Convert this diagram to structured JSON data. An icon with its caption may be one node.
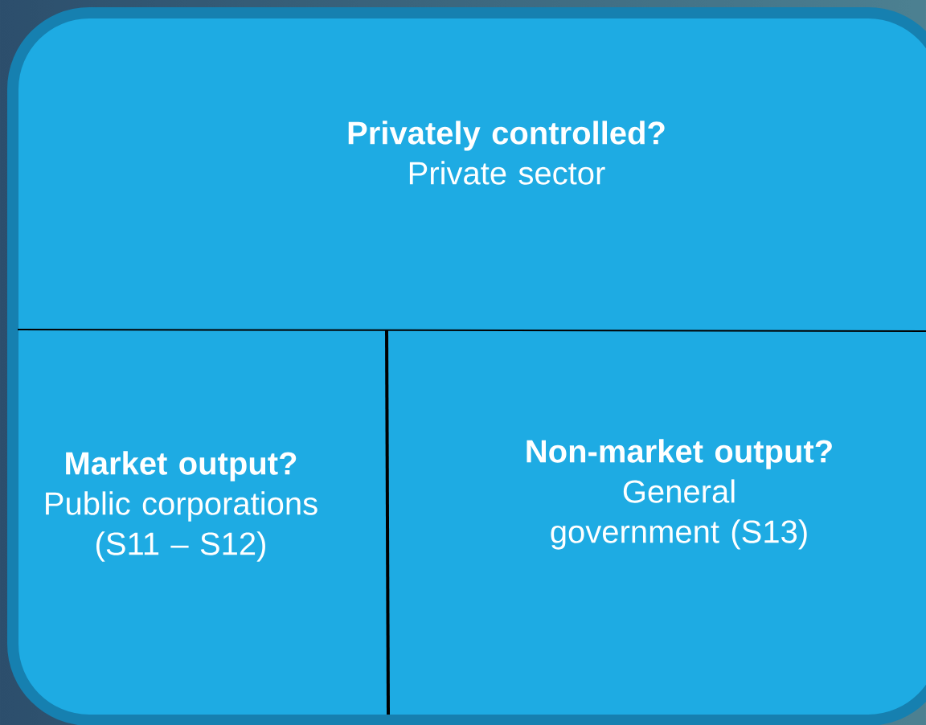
{
  "diagram": {
    "nodes": [
      {
        "text": [
          "Privately controlled?",
          "Private sector"
        ]
      },
      {
        "text": [
          "Market output?",
          "Public corporations (S11 – S12)"
        ]
      },
      {
        "text": [
          "Non-market output?",
          "General government (S13)"
        ]
      }
    ]
  }
}
